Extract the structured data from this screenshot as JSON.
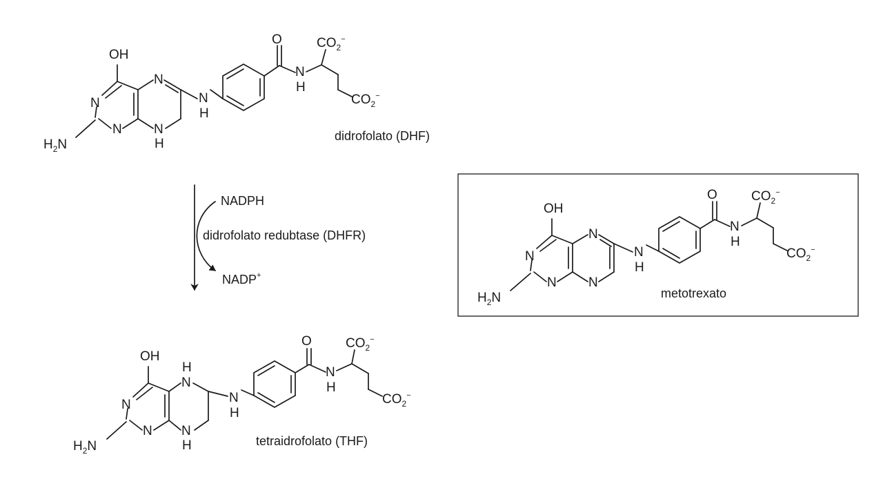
{
  "molecules": [
    {
      "id": "dhf",
      "caption": "didrofolato (DHF)",
      "labels": {
        "oh": "OH",
        "n_a": "N",
        "n_b": "N",
        "n_c": "N",
        "n_d": "N",
        "h_ring": "H",
        "h2n_h": "H",
        "h2n_sub": "2",
        "h2n_n": "N",
        "nh_link_n": "N",
        "nh_link_h": "H",
        "o_amide": "O",
        "amide_n": "N",
        "amide_h": "H",
        "co2_top_main": "CO",
        "co2_top_sub": "2",
        "co2_top_charge": "−",
        "co2_bot_main": "CO",
        "co2_bot_sub": "2",
        "co2_bot_charge": "−"
      }
    },
    {
      "id": "thf",
      "caption": "tetraidrofolato (THF)",
      "labels": {
        "oh": "OH",
        "n_a": "N",
        "n_b": "N",
        "n_c": "N",
        "n_d": "N",
        "h_c": "H",
        "h_d": "H",
        "h2n_h": "H",
        "h2n_sub": "2",
        "h2n_n": "N",
        "nh_link_n": "N",
        "nh_link_h": "H",
        "o_amide": "O",
        "amide_n": "N",
        "amide_h": "H",
        "co2_top_main": "CO",
        "co2_top_sub": "2",
        "co2_top_charge": "−",
        "co2_bot_main": "CO",
        "co2_bot_sub": "2",
        "co2_bot_charge": "−"
      }
    },
    {
      "id": "mtx",
      "caption": "metotrexato",
      "labels": {
        "oh": "OH",
        "n_a": "N",
        "n_b": "N",
        "n_c": "N",
        "n_d": "N",
        "h2n_h": "H",
        "h2n_sub": "2",
        "h2n_n": "N",
        "nh_link_n": "N",
        "nh_link_h": "H",
        "o_amide": "O",
        "amide_n": "N",
        "amide_h": "H",
        "co2_top_main": "CO",
        "co2_top_sub": "2",
        "co2_top_charge": "−",
        "co2_bot_main": "CO",
        "co2_bot_sub": "2",
        "co2_bot_charge": "−"
      }
    }
  ],
  "reaction": {
    "cofactor_in": "NADPH",
    "enzyme": "didrofolato redubtase (DHFR)",
    "cofactor_out_main": "NADP",
    "cofactor_out_charge": "+"
  },
  "colors": {
    "ink": "#1a1a1a",
    "background": "#ffffff"
  }
}
